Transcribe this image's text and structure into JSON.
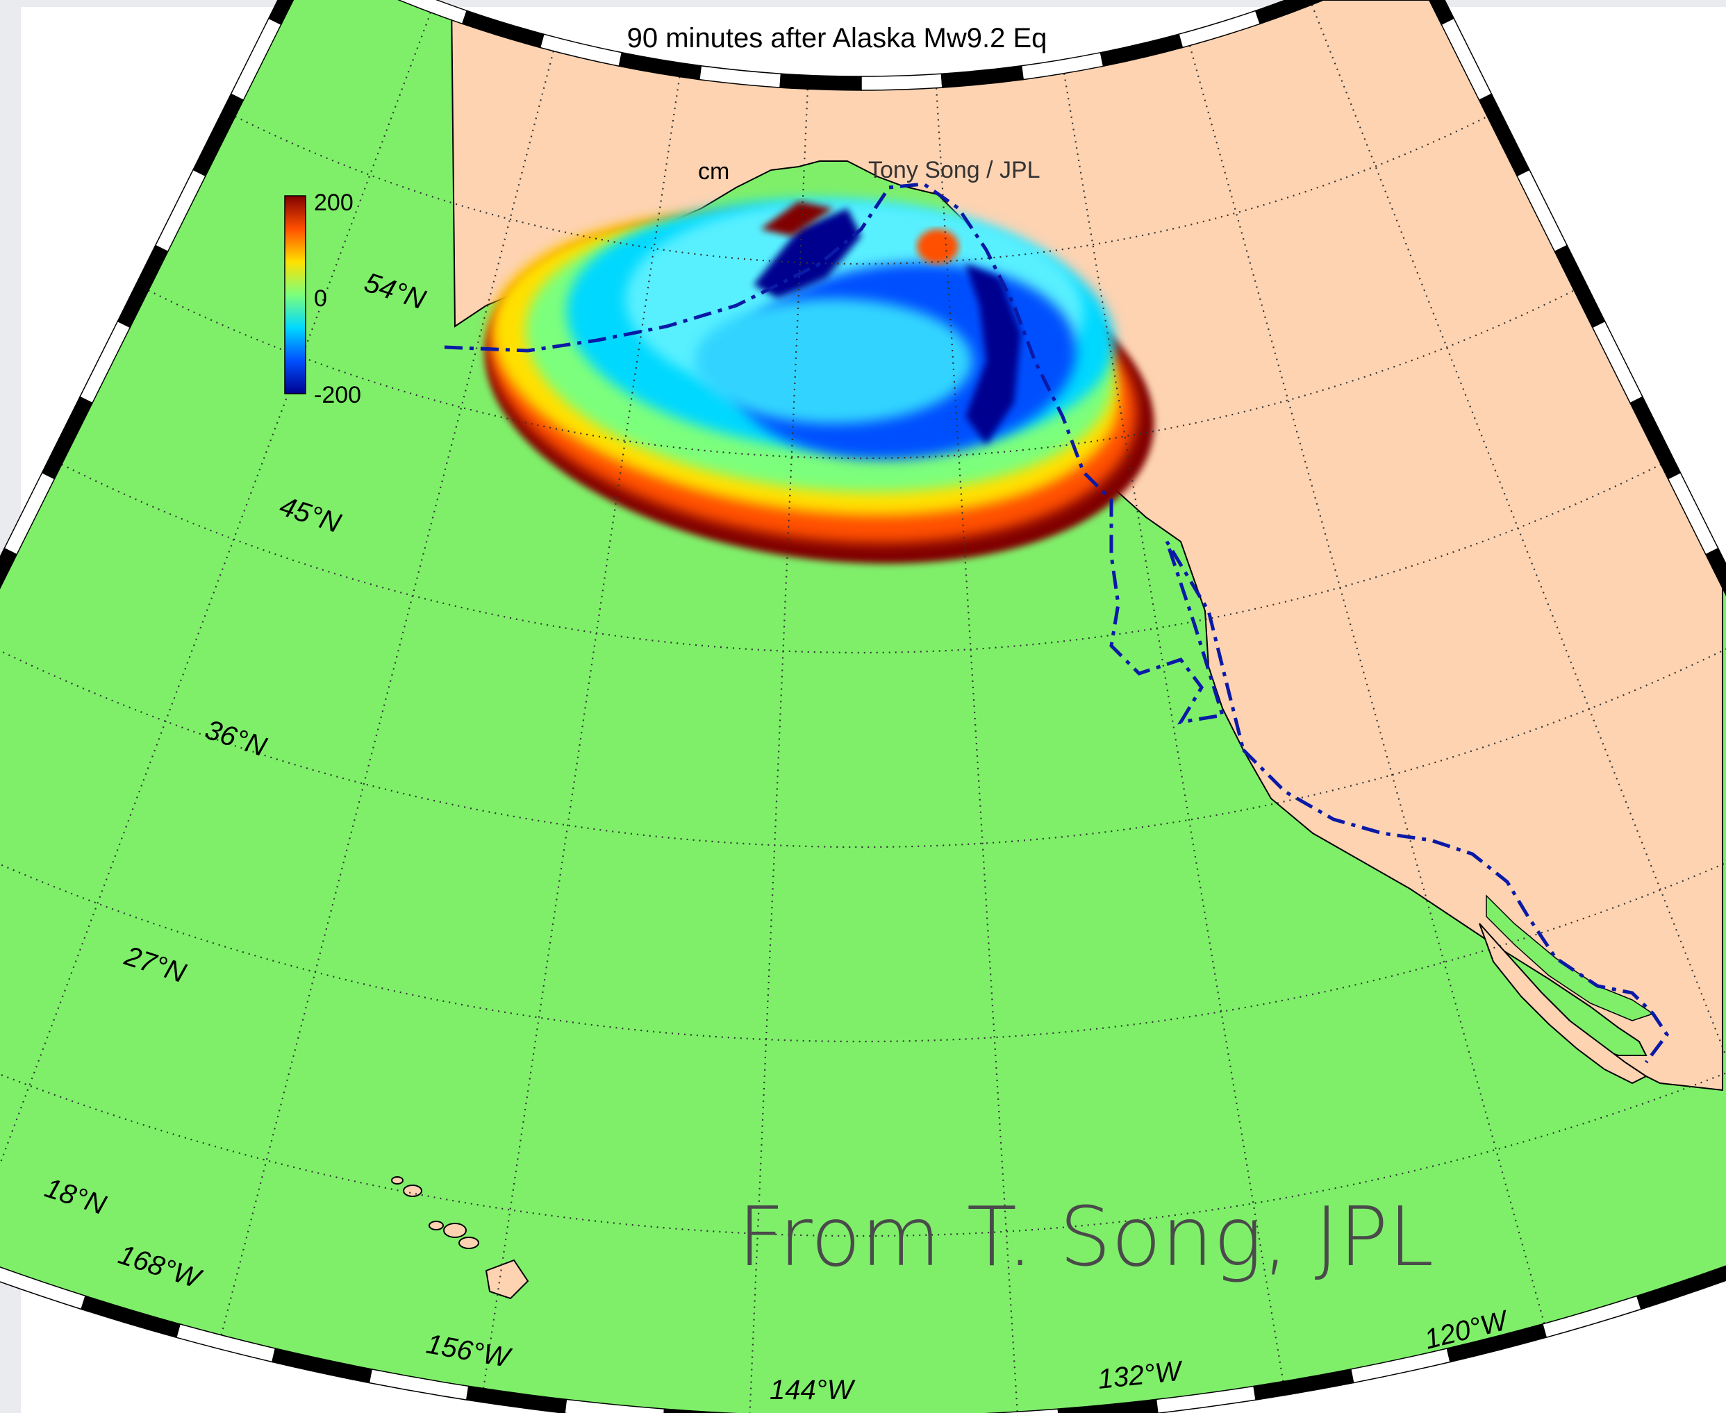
{
  "map": {
    "title": "90 minutes after Alaska Mw9.2 Eq",
    "credit_top": "Tony Song / JPL",
    "watermark": "From T.  Song, JPL",
    "colorbar": {
      "unit": "cm",
      "max_label": "200",
      "mid_label": "0",
      "min_label": "-200",
      "colors": [
        "#00008f",
        "#0050ff",
        "#00d8ff",
        "#7cff7c",
        "#ffe000",
        "#ff5000",
        "#800000"
      ]
    },
    "lat_labels": [
      "54°N",
      "45°N",
      "36°N",
      "27°N",
      "18°N"
    ],
    "lon_labels": [
      "168°W",
      "156°W",
      "144°W",
      "132°W",
      "120°W"
    ],
    "colors": {
      "ocean": "#7fef6a",
      "land": "#fdd3b2",
      "coastline": "#000000",
      "contour": "#0a1aa6"
    }
  }
}
